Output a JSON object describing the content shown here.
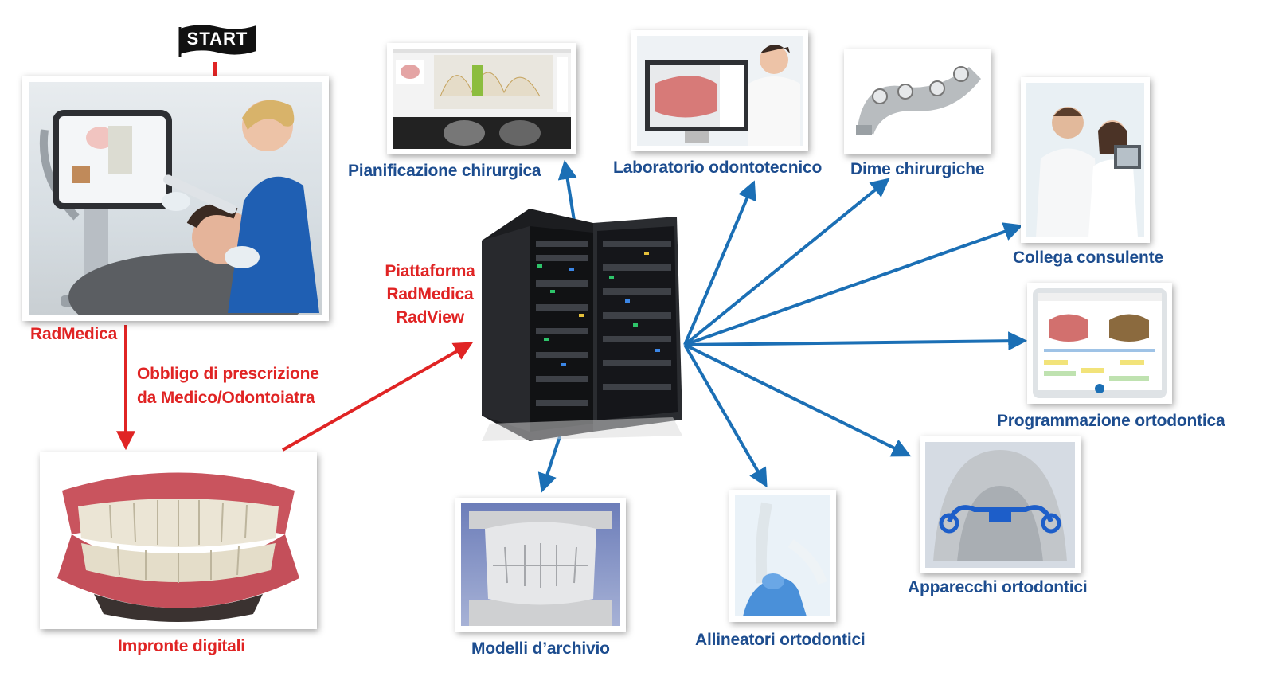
{
  "start_label": "START",
  "left": {
    "radmedica_label": "RadMedica",
    "prescription_line1": "Obbligo di prescrizione",
    "prescription_line2": "da Medico/Odontoiatra",
    "impronte_label": "Impronte digitali"
  },
  "platform": {
    "line1": "Piattaforma",
    "line2": "RadMedica",
    "line3": "RadView"
  },
  "outputs": {
    "pianificazione": "Pianificazione chirurgica",
    "laboratorio": "Laboratorio odontotecnico",
    "dime": "Dime chirurgiche",
    "consulente": "Collega consulente",
    "programmazione": "Programmazione ortodontica",
    "apparecchi": "Apparecchi ortodontici",
    "allineatori": "Allineatori ortodontici",
    "modelli": "Modelli d’archivio"
  },
  "colors": {
    "red": "#e02424",
    "blue": "#1d4d8f",
    "arrow_blue": "#1b6fb5"
  }
}
